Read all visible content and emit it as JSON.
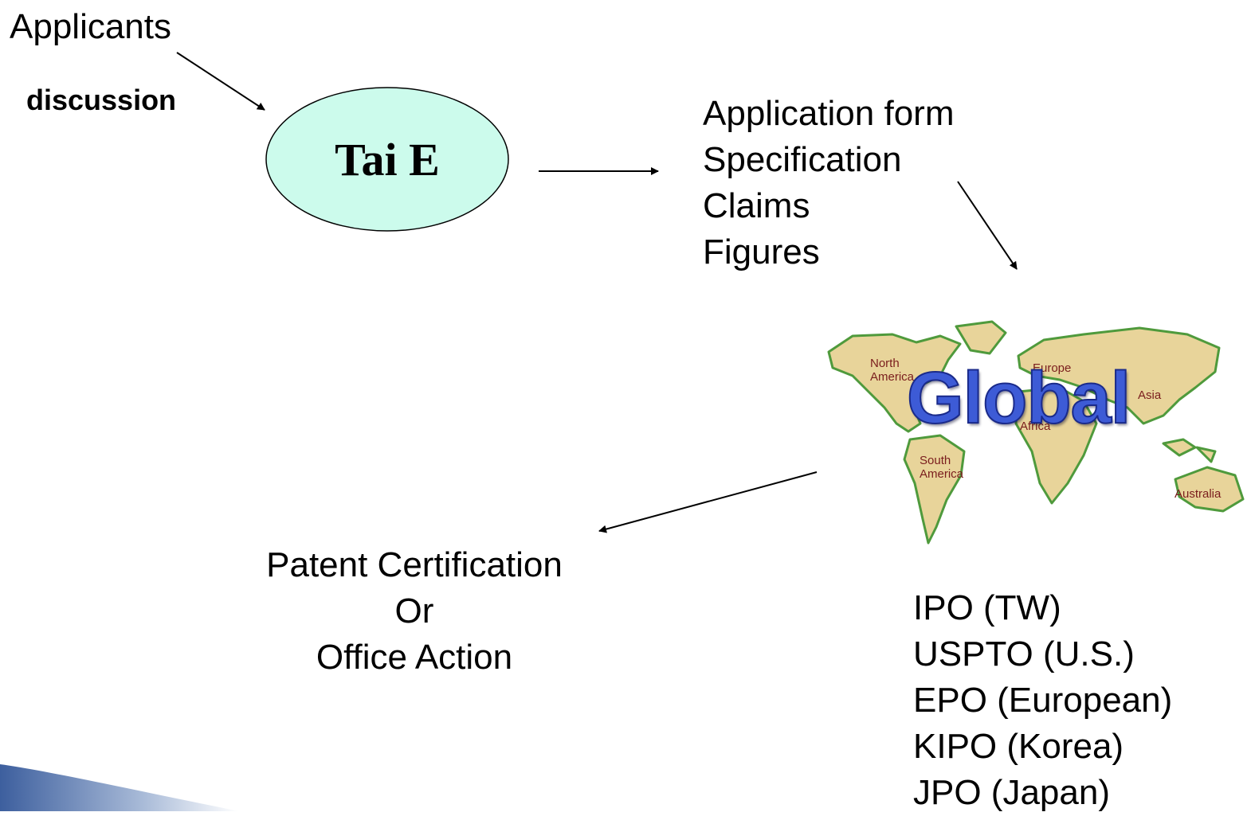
{
  "applicants_label": "Applicants",
  "discussion_label": "discussion",
  "center_node": {
    "label": "Tai E",
    "fill": "#ccfbec"
  },
  "documents": [
    "Application form",
    "Specification",
    "Claims",
    "Figures"
  ],
  "map": {
    "title": "Global",
    "regions": {
      "north_america": [
        "North",
        "America"
      ],
      "europe": "Europe",
      "asia": "Asia",
      "africa": "Africa",
      "south_america": [
        "South",
        "America"
      ],
      "australia": "Australia"
    },
    "land_color": "#e8d49a",
    "outline_color": "#4f9a3c"
  },
  "result": [
    "Patent Certification",
    "Or",
    "Office Action"
  ],
  "offices": [
    "IPO (TW)",
    "USPTO (U.S.)",
    "EPO (European)",
    "KIPO (Korea)",
    "JPO (Japan)"
  ]
}
